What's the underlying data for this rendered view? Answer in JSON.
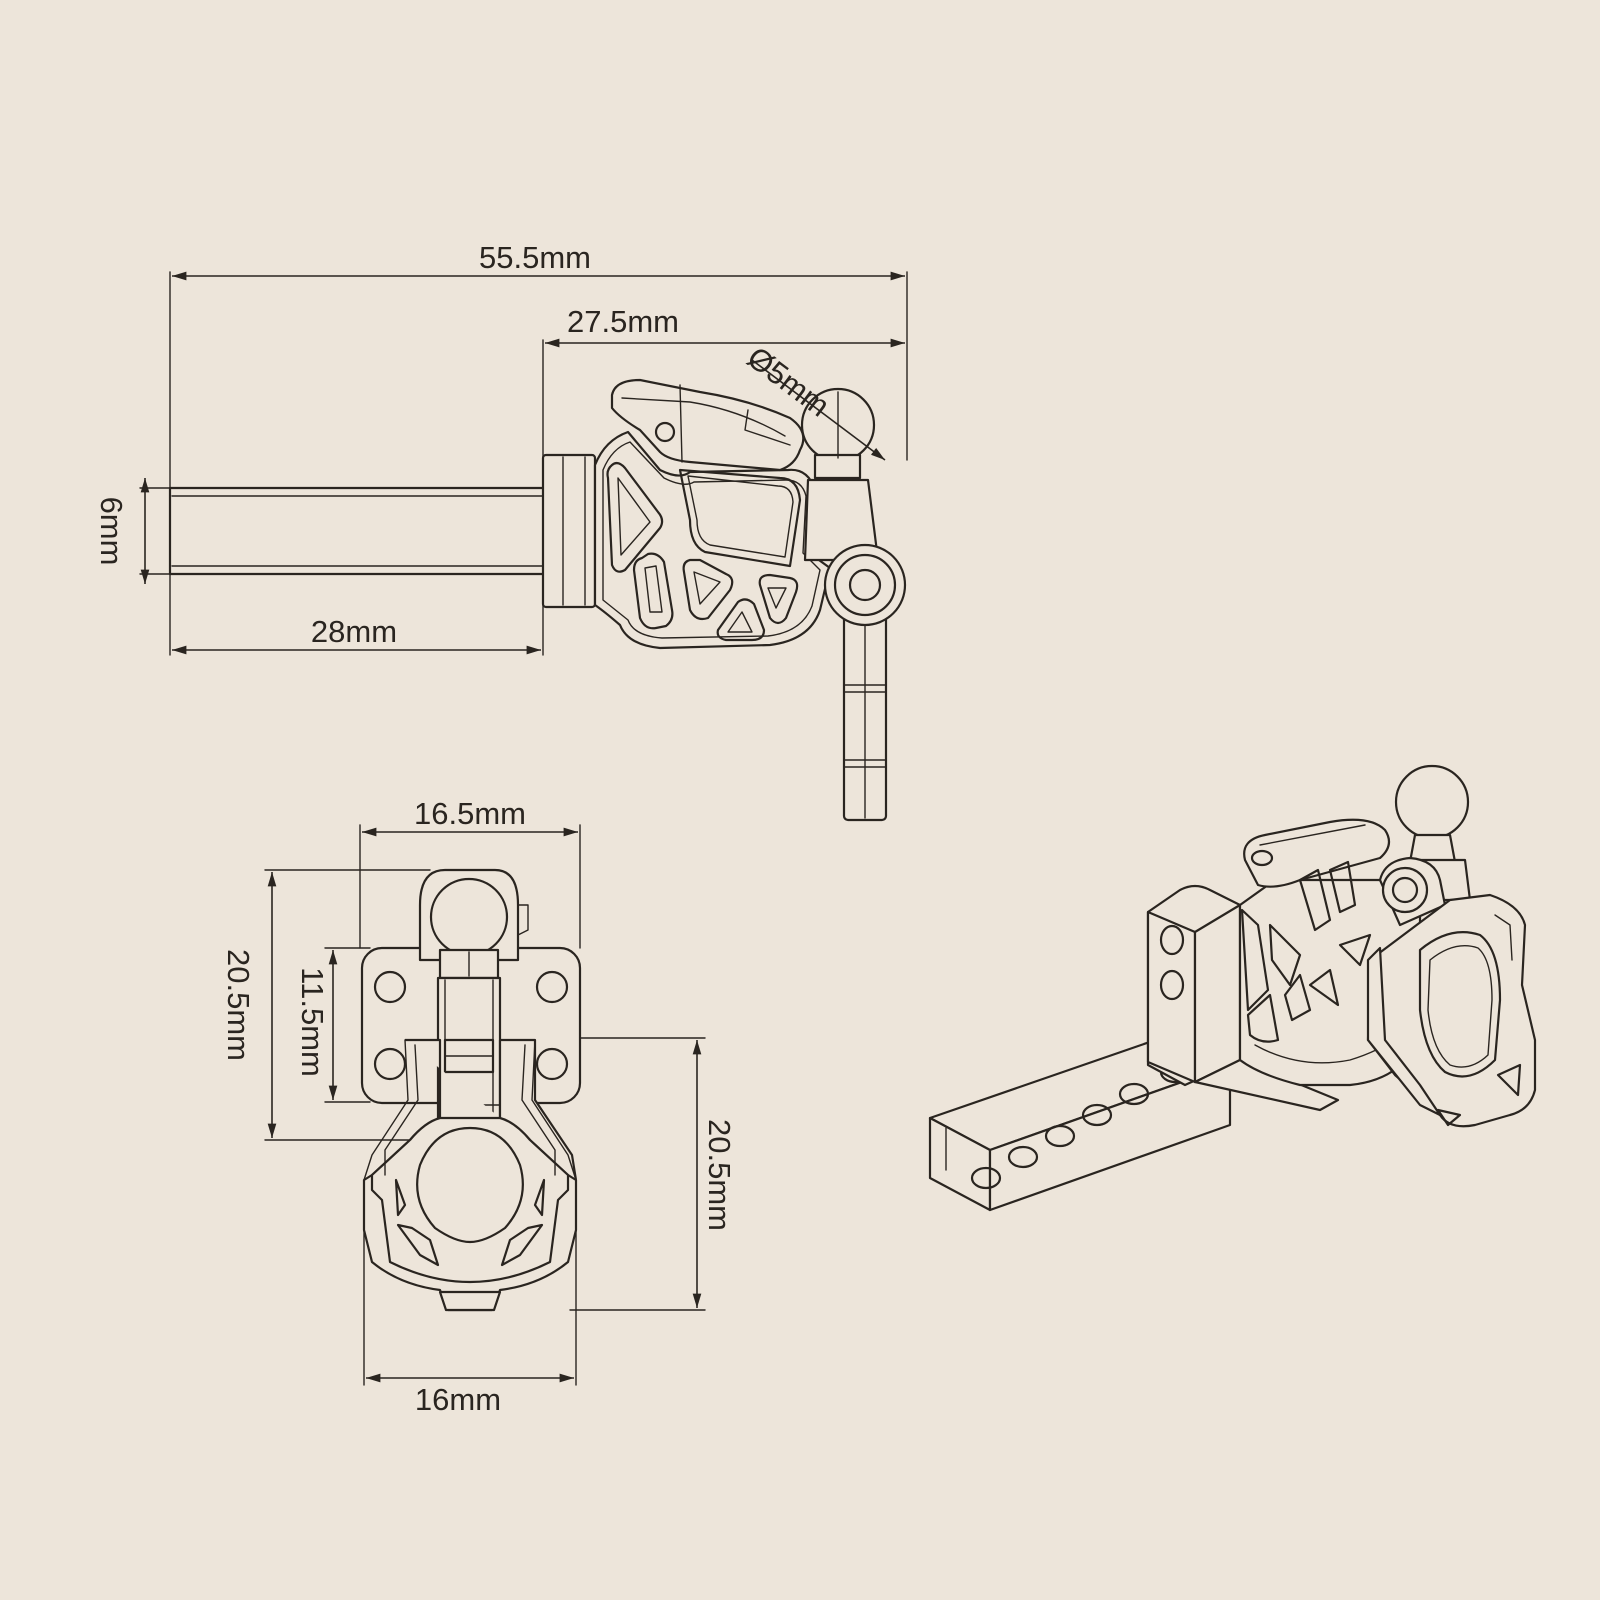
{
  "colors": {
    "background": "#ede5da",
    "ink": "#2a2520"
  },
  "views": {
    "side": {
      "overall_length": "55.5mm",
      "head_length": "27.5mm",
      "ball_diameter": "Ø5mm",
      "bar_height": "6mm",
      "bar_length": "28mm"
    },
    "front": {
      "top_width": "16.5mm",
      "total_height": "20.5mm",
      "plate_height": "11.5mm",
      "shackle_height": "20.5mm",
      "bottom_width": "16mm"
    },
    "isometric": {}
  }
}
